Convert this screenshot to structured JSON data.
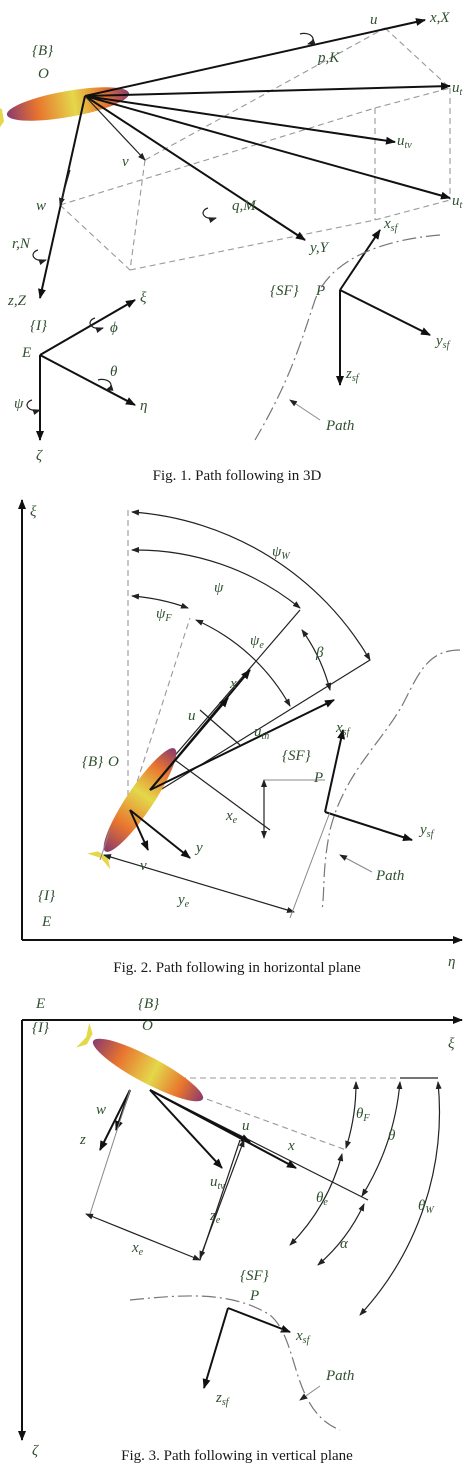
{
  "fig1": {
    "caption": "Fig. 1.   Path following in 3D",
    "labels": {
      "B": "{B}",
      "O": "O",
      "u": "u",
      "xX": "x,X",
      "pK": "p,K",
      "ut": "u",
      "ut_sub": "t",
      "utv": "u",
      "utv_sub": "tv",
      "ut2": "u",
      "ut2_sub": "t",
      "v": "v",
      "w": "w",
      "qM": "q,M",
      "yY": "y,Y",
      "rN": "r,N",
      "zZ": "z,Z",
      "I": "{I}",
      "E": "E",
      "xi": "ξ",
      "phi": "ϕ",
      "theta": "θ",
      "eta": "η",
      "psi": "ψ",
      "zeta": "ζ",
      "SF": "{SF}",
      "P": "P",
      "xsf": "x",
      "xsf_sub": "sf",
      "ysf": "y",
      "ysf_sub": "sf",
      "zsf": "z",
      "zsf_sub": "sf",
      "path": "Path"
    }
  },
  "fig2": {
    "caption": "Fig. 2.   Path following in horizontal plane",
    "labels": {
      "xi": "ξ",
      "eta": "η",
      "I": "{I}",
      "E": "E",
      "psiW": "ψ",
      "psiW_sub": "W",
      "psi": "ψ",
      "psiF": "ψ",
      "psiF_sub": "F",
      "psie": "ψ",
      "psie_sub": "e",
      "beta": "β",
      "x": "x",
      "u": "u",
      "uth": "u",
      "uth_sub": "th",
      "B": "{B}",
      "O": "O",
      "v": "v",
      "y": "y",
      "SF": "{SF}",
      "P": "P",
      "xsf": "x",
      "xsf_sub": "sf",
      "ysf": "y",
      "ysf_sub": "sf",
      "xe": "x",
      "xe_sub": "e",
      "ye": "y",
      "ye_sub": "e",
      "path": "Path"
    }
  },
  "fig3": {
    "caption": "Fig. 3.   Path following in vertical plane",
    "labels": {
      "E": "E",
      "I": "{I}",
      "B": "{B}",
      "O": "O",
      "xi": "ξ",
      "zeta": "ζ",
      "w": "w",
      "z": "z",
      "u": "u",
      "utv": "u",
      "utv_sub": "tv",
      "x": "x",
      "thetaF": "θ",
      "thetaF_sub": "F",
      "theta": "θ",
      "thetae": "θ",
      "thetae_sub": "e",
      "thetaW": "θ",
      "thetaW_sub": "W",
      "alpha": "α",
      "ze": "z",
      "ze_sub": "e",
      "xe": "x",
      "xe_sub": "e",
      "SF": "{SF}",
      "P": "P",
      "xsf": "x",
      "xsf_sub": "sf",
      "zsf": "z",
      "zsf_sub": "sf",
      "path": "Path"
    }
  },
  "colors": {
    "label": "#2f4f2f",
    "hull": "#e8742f",
    "hull_mid": "#e4d84a",
    "hull_tip": "#8a3a6e"
  }
}
